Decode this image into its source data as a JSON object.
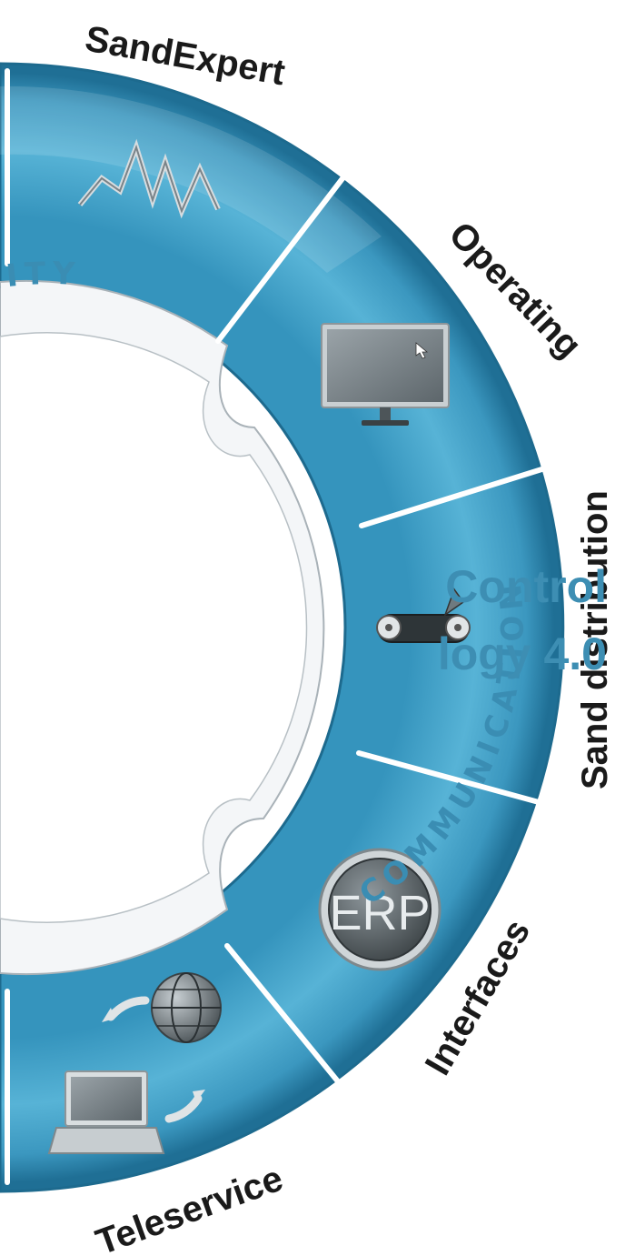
{
  "center": {
    "line1": "Control",
    "line2": "logy 4.0"
  },
  "segments": [
    {
      "label": "SandExpert",
      "icon": "waveform-icon"
    },
    {
      "label": "Operating",
      "icon": "monitor-icon"
    },
    {
      "label": "Sand distribution",
      "icon": "conveyor-icon"
    },
    {
      "label": "Interfaces",
      "icon": "erp-badge-icon",
      "badge_text": "ERP"
    },
    {
      "label": "Teleservice",
      "icon": "laptop-globe-icon"
    }
  ],
  "inner_ring": {
    "top_label": "LITY",
    "side_label": "COMMUNICATION"
  },
  "colors": {
    "ring_blue": "#4aa9cc",
    "ring_dark": "#2d7fa3",
    "inner_ring": "#f4f6f8",
    "title_blue": "#3d8eb3"
  }
}
